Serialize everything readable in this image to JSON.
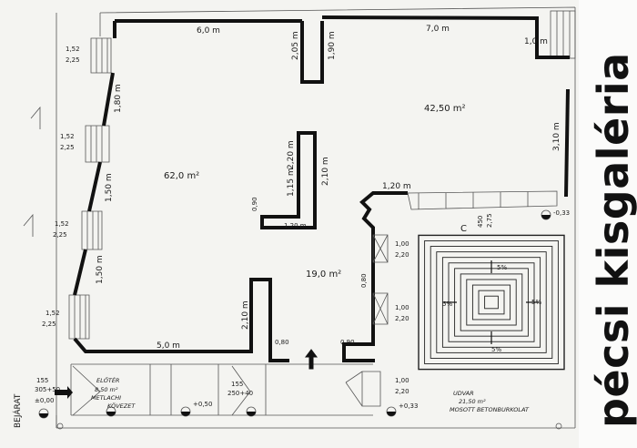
{
  "brand": {
    "title": "pécsi kisgaléria"
  },
  "areas": {
    "room_large": "62,0 m²",
    "room_right": "42,50 m²",
    "room_middle": "19,0 m²"
  },
  "dims": {
    "top_left": "6,0 m",
    "top_mid_a": "2,05 m",
    "top_mid_b": "1,90 m",
    "top_right": "7,0 m",
    "top_far": "1,0 m",
    "right_wall": "3,10 m",
    "left_a": "1,80 m",
    "left_b": "1,50 m",
    "left_c": "1,50 m",
    "pillar_a": "2,20 m",
    "pillar_b": "2,10 m",
    "pillar_c": "1,15 m",
    "pillar_d": "0,90",
    "pillar_e": "1,20 m",
    "notch": "1,20 m",
    "bottom": "5,0 m",
    "stub_h": "2,10 m",
    "stub_w": "0,80",
    "door_a": "0,80",
    "door_b": "0,90",
    "win_a_top": "1,00",
    "win_a_bot": "2,20",
    "win_b_top": "1,00",
    "win_b_bot": "2,20",
    "win_c_top": "1,00",
    "win_c_bot": "2,20",
    "lw_a_top": "1,52",
    "lw_a_bot": "2,25",
    "lw_b_top": "1,52",
    "lw_b_bot": "2,25",
    "lw_c_top": "1,52",
    "lw_c_bot": "2,25",
    "lw_d_top": "1,52",
    "lw_d_bot": "2,25",
    "court_top": "450",
    "court_top_b": "2,75",
    "level_a": "-0,33",
    "level_b": "+0,33",
    "entrance_a": "155",
    "entrance_b": "305+50",
    "entrance_c": "±0,00",
    "door_d": "155",
    "door_e": "250+40",
    "level_c": "+0,50"
  },
  "labels": {
    "entrance": "BEJÁRAT",
    "foyer_a": "ELŐTÉR",
    "foyer_b": "8,50 m²",
    "foyer_c": "METLACHI",
    "foyer_d": "KÖVEZET",
    "court_a": "UDVAR",
    "court_b": "21,50 m²",
    "court_c": "MOSOTT BETONBURKOLAT",
    "court_mark": "C",
    "slope_a": "5%",
    "slope_b": "5%",
    "slope_c": "5%",
    "slope_d": "5%"
  }
}
